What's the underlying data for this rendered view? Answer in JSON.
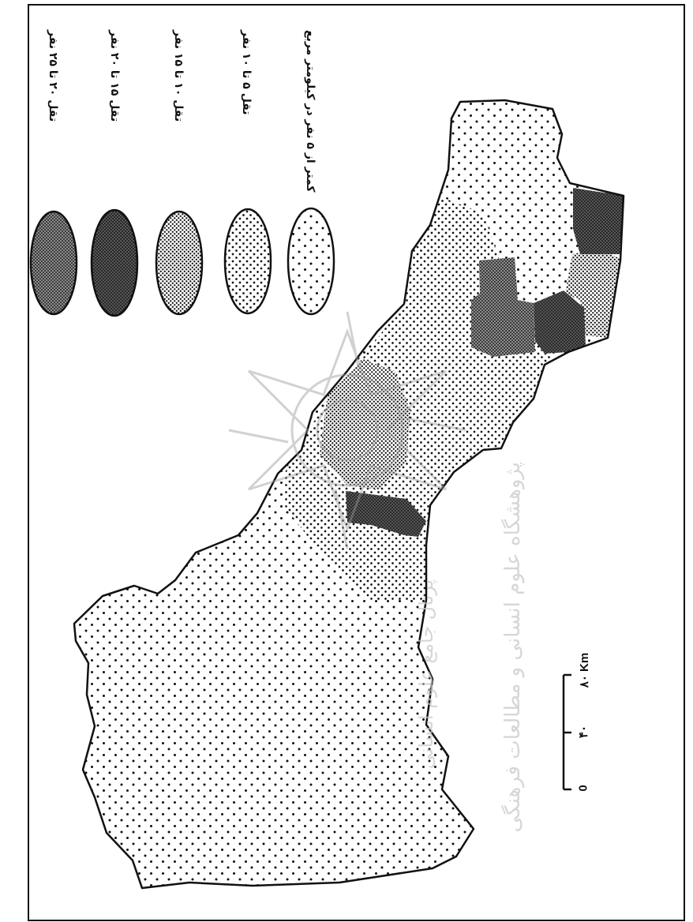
{
  "legend": {
    "items": [
      {
        "label": "تقل ۲۰ تا ۲۵ نفر",
        "pattern": "pat5"
      },
      {
        "label": "تقل ۱۵ تا ۲۰ نفر",
        "pattern": "pat4"
      },
      {
        "label": "تقل ۱۰ تا ۱۵ نفر",
        "pattern": "pat3"
      },
      {
        "label": "تقل ۵ تا ۱۰ نفر",
        "pattern": "pat2"
      },
      {
        "label": "کمتر از ۵ نفر در کیلومتر مربع",
        "pattern": "pat1"
      }
    ]
  },
  "scale": {
    "label_zero": "0",
    "label_mid": "۴۰",
    "label_end": "۸۰ Km"
  },
  "watermark": {
    "line1": "پژوهشگاه علوم انسانی و مطالعات فرهنگی",
    "line2": "پرتال جامع علوم انسانی"
  },
  "colors": {
    "ink": "#111111",
    "paper": "#ffffff",
    "watermark": "#c9c9c9"
  }
}
